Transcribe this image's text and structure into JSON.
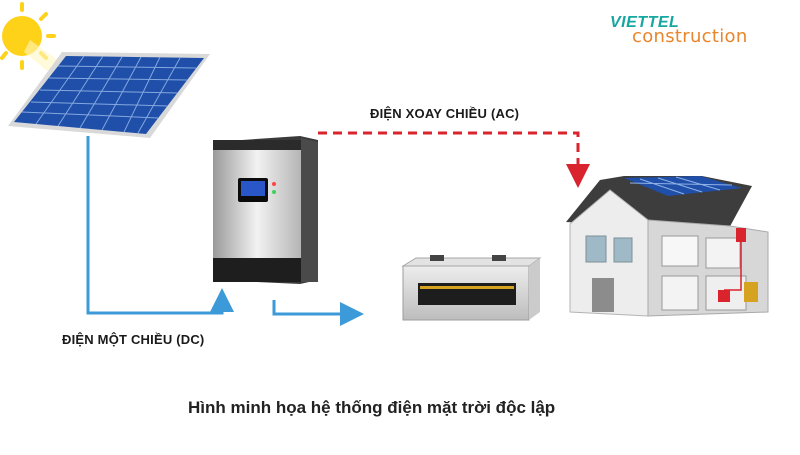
{
  "labels": {
    "ac": "ĐIỆN XOAY CHIỀU (AC)",
    "dc": "ĐIỆN MỘT CHIỀU (DC)",
    "caption": "Hình minh họa hệ thống điện mặt trời độc lập"
  },
  "logo": {
    "brand": "VIETTEL",
    "sub": "construction"
  },
  "colors": {
    "ac_line": "#d9232d",
    "dc_line": "#3d9ad9",
    "sun": "#ffd21a",
    "panel": "#1f4fa8",
    "logo_teal": "#16a7a0",
    "logo_orange": "#e8852d"
  },
  "icons": [
    "sun-icon",
    "solar-panel-icon",
    "inverter-icon",
    "battery-icon",
    "house-icon"
  ]
}
